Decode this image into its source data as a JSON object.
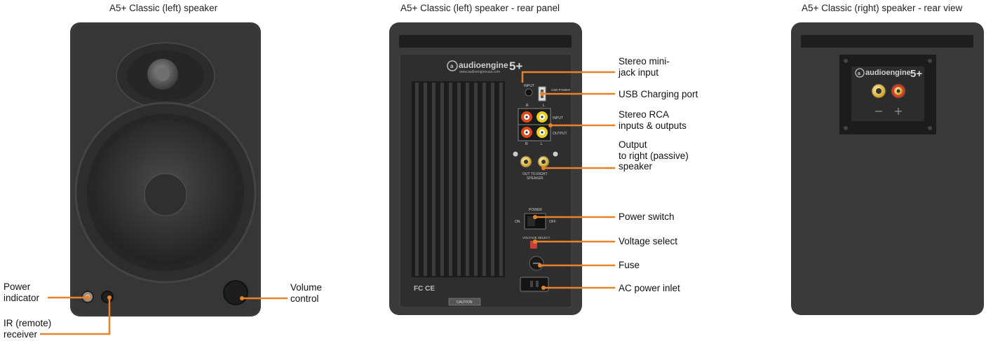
{
  "titles": {
    "front": "A5+ Classic (left) speaker",
    "rear_left": "A5+ Classic (left) speaker - rear panel",
    "rear_right": "A5+ Classic (right) speaker - rear view"
  },
  "front_labels": {
    "power_indicator": "Power\nindicator",
    "ir_receiver": "IR (remote)\nreceiver",
    "volume_control": "Volume\ncontrol"
  },
  "rear_labels": {
    "mini_jack": "Stereo mini-\njack input",
    "usb": "USB Charging port",
    "rca": "Stereo RCA\ninputs & outputs",
    "output_right": "Output\nto right (passive)\nspeaker",
    "power_switch": "Power switch",
    "voltage": "Voltage select",
    "fuse": "Fuse",
    "ac_inlet": "AC power inlet"
  },
  "panel_text": {
    "brand": "audioengine",
    "model": "5+",
    "url": "www.audioengineusa.com",
    "input": "INPUT",
    "usb_power": "USB POWER",
    "rca_input": "INPUT",
    "rca_output": "OUTPUT",
    "r": "R",
    "l": "L",
    "out_to_right": "OUT TO RIGHT",
    "speaker": "SPEAKER",
    "power": "POWER",
    "on": "ON",
    "off": "OFF",
    "voltage_select": "VOLTAGE SELECT",
    "caution": "CAUTION"
  },
  "colors": {
    "accent": "#e8822a",
    "cabinet": "#3a3a3a",
    "cabinet_dark": "#2a2a2a"
  }
}
